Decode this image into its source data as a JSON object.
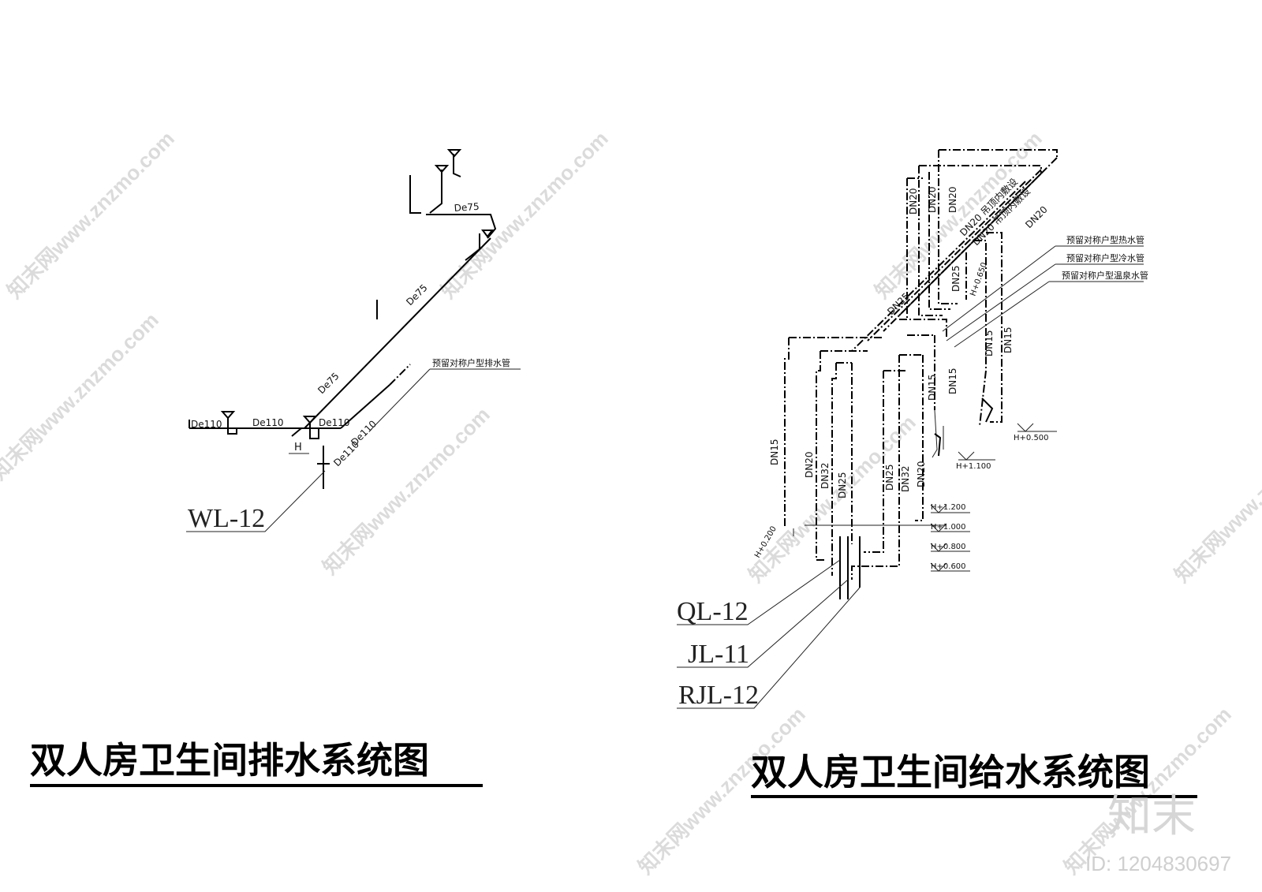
{
  "drainage": {
    "title": "双人房卫生间排水系统图",
    "pipe_sizes": [
      "De75",
      "De75",
      "De75",
      "De110",
      "De110",
      "De110",
      "De110",
      "De110"
    ],
    "annotation": "预留对称户型排水管",
    "height_mark": "H",
    "riser": "WL-12"
  },
  "supply": {
    "title": "双人房卫生间给水系统图",
    "annotations": [
      "预留对称户型热水管",
      "预留对称户型冷水管",
      "预留对称户型温泉水管"
    ],
    "roof_notes": [
      "DN20 吊顶内敷设",
      "DN20 吊顶内敷设"
    ],
    "pipe_sizes": [
      "DN20",
      "DN20",
      "DN20",
      "DN20",
      "DN25",
      "DN25",
      "DN15",
      "DN15",
      "DN15",
      "DN15",
      "DN15",
      "DN20",
      "DN32",
      "DN25",
      "DN25",
      "DN32",
      "DN20"
    ],
    "elevations": [
      "H+0.650",
      "H+0.500",
      "H+1.100",
      "H+1.200",
      "H+1.000",
      "H+0.800",
      "H+0.600",
      "H+0.200"
    ],
    "risers": [
      "QL-12",
      "JL-11",
      "RJL-12"
    ]
  },
  "watermark": {
    "text": "知末网www.znzmo.com",
    "brand": "知末",
    "id": "ID: 1204830697"
  }
}
